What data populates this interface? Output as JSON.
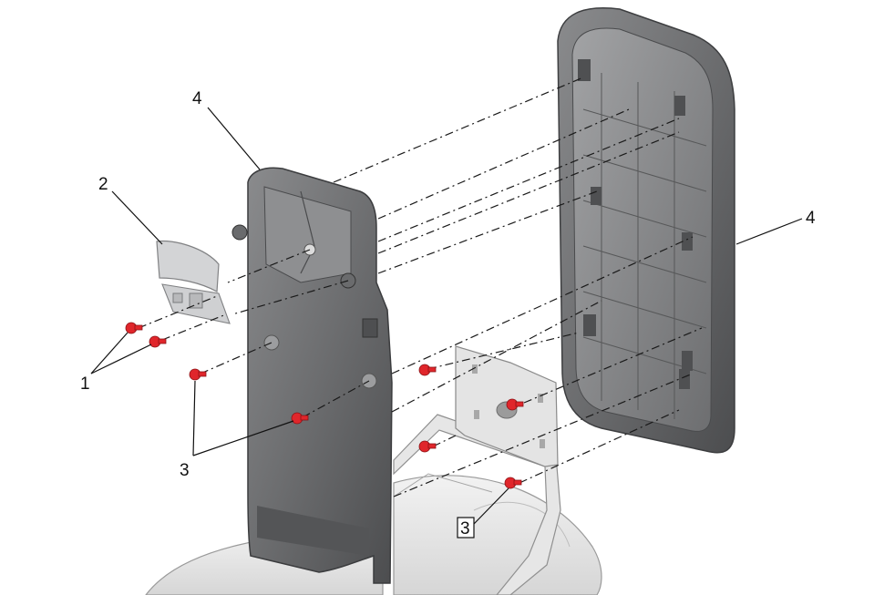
{
  "callouts": {
    "c1": "1",
    "c2": "2",
    "c3a": "3",
    "c3b": "3",
    "c4a": "4",
    "c4b": "4"
  },
  "colors": {
    "panel_dark": "#5f6062",
    "panel_mid": "#7a7b7d",
    "panel_light": "#c9cacc",
    "fastener_red": "#e0262b",
    "bracket_light": "#e4e4e4"
  },
  "icons": {
    "fastener": "push-pin-fastener-icon"
  }
}
